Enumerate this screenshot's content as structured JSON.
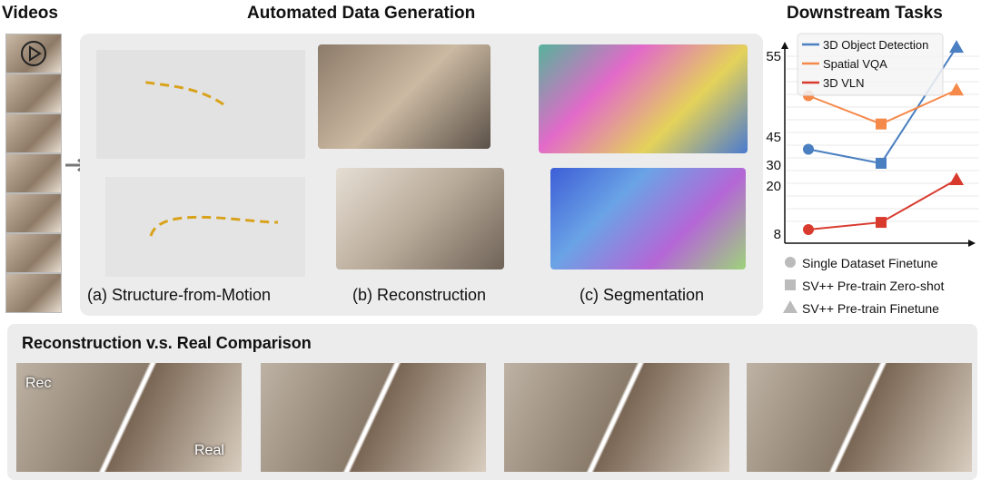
{
  "titles": {
    "videos": "Videos",
    "generation": "Automated Data Generation",
    "downstream": "Downstream Tasks",
    "comparison": "Reconstruction v.s. Real Comparison"
  },
  "captions": [
    "(a) Structure-from-Motion",
    "(b) Reconstruction",
    "(c) Segmentation"
  ],
  "comparison_labels": {
    "rec": "Rec",
    "real": "Real"
  },
  "icons": {
    "play": "play-circle-icon",
    "arrow": "arrow-right-icon"
  },
  "chart_data": {
    "type": "line",
    "categories": [
      "Single Dataset Finetune",
      "SV++ Pre-train Zero-shot",
      "SV++ Pre-train Finetune"
    ],
    "markers": [
      "circle",
      "square",
      "triangle"
    ],
    "yticks": [
      8,
      20,
      30,
      45,
      55
    ],
    "series": [
      {
        "name": "3D Object Detection",
        "color": "#4a7fc1",
        "values": [
          38,
          30.5,
          56
        ]
      },
      {
        "name": "Spatial VQA",
        "color": "#f5894a",
        "values": [
          50,
          46.5,
          50.7
        ]
      },
      {
        "name": "3D VLN",
        "color": "#d93a2e",
        "values": [
          8.9,
          10.7,
          22.6
        ]
      }
    ],
    "legend_position": "top"
  }
}
